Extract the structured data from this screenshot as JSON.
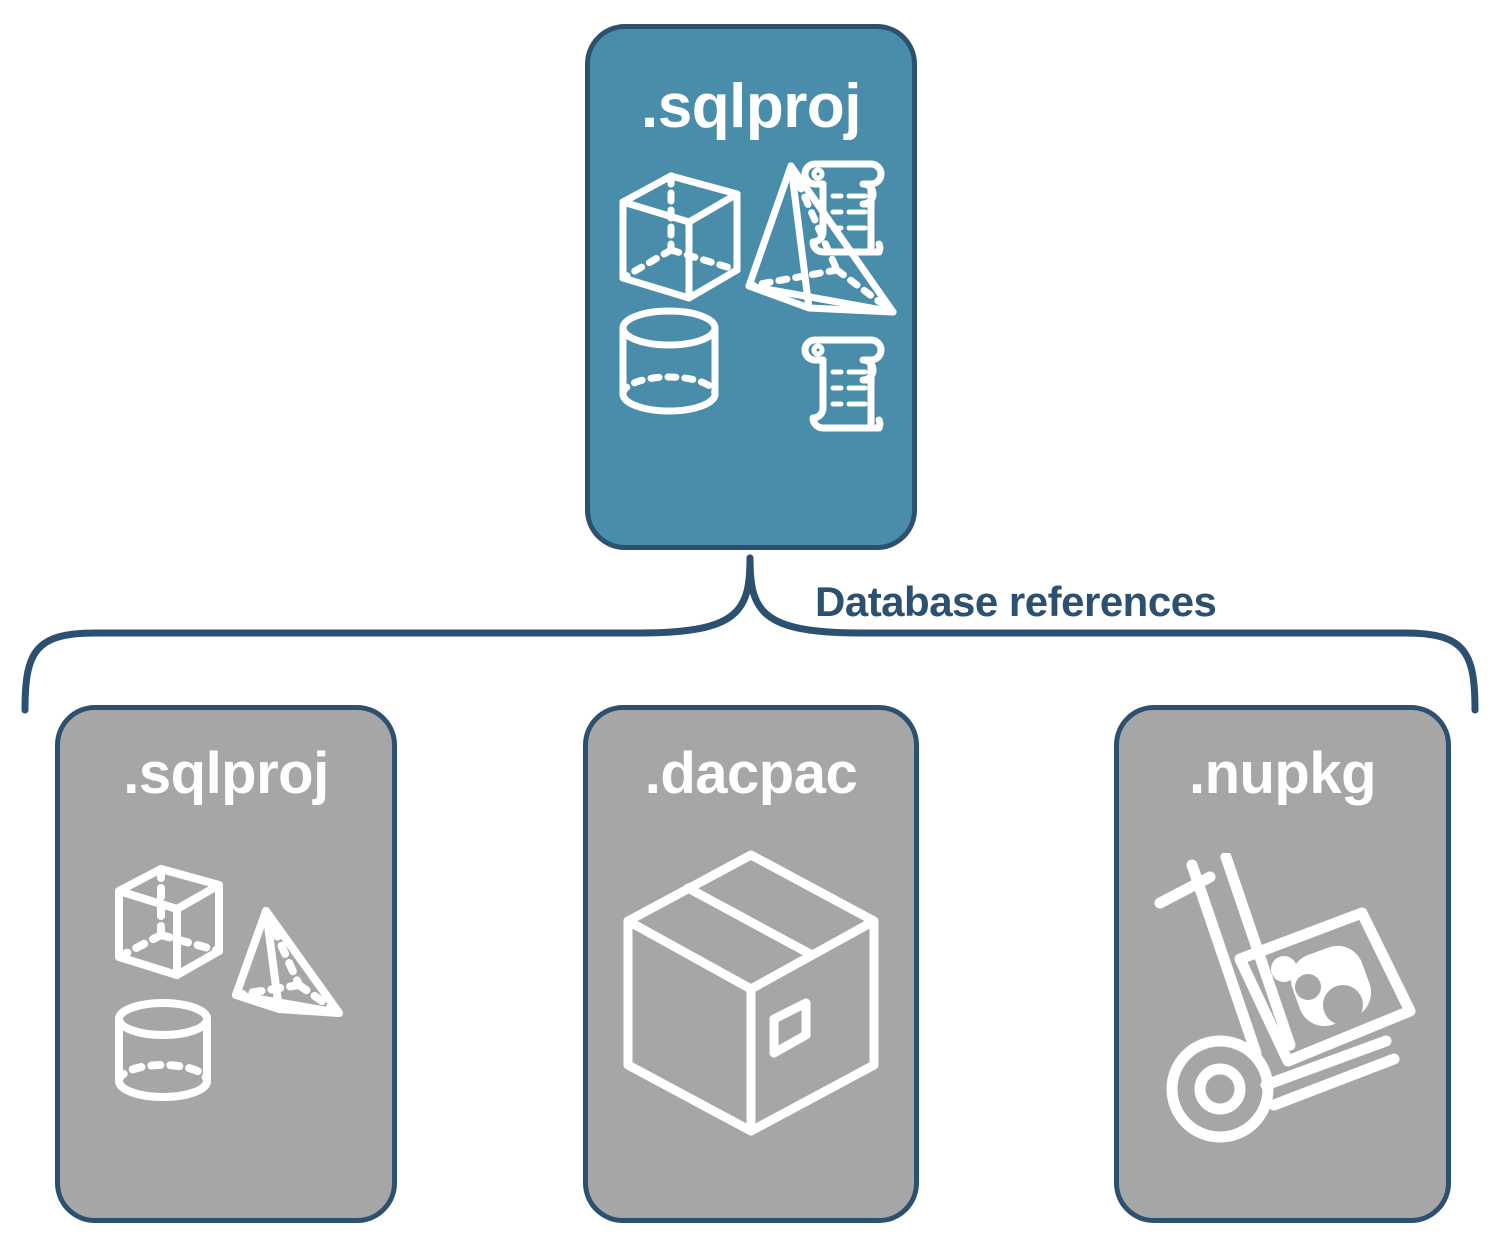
{
  "diagram": {
    "title_flow": "Database references",
    "colors": {
      "primary_fill": "#4a8daa",
      "secondary_fill": "#a6a6a6",
      "border": "#2b5070",
      "icon_stroke": "#ffffff",
      "label_text": "#2b5070",
      "background": "#ffffff"
    }
  },
  "source_node": {
    "label": ".sqlproj",
    "kind": "primary",
    "icons": [
      "cube-wireframe-icon",
      "pyramid-wireframe-icon",
      "cylinder-wireframe-icon",
      "scroll-script-icon",
      "scroll-script-icon"
    ]
  },
  "connector": {
    "label": "Database references",
    "type": "curly-brace-bracket",
    "branch_count": 3
  },
  "reference_nodes": [
    {
      "label": ".sqlproj",
      "kind": "secondary",
      "icons": [
        "cube-wireframe-icon",
        "pyramid-wireframe-icon",
        "cylinder-wireframe-icon"
      ]
    },
    {
      "label": ".dacpac",
      "kind": "secondary",
      "icons": [
        "package-box-icon"
      ]
    },
    {
      "label": ".nupkg",
      "kind": "secondary",
      "icons": [
        "hand-truck-package-icon"
      ]
    }
  ]
}
